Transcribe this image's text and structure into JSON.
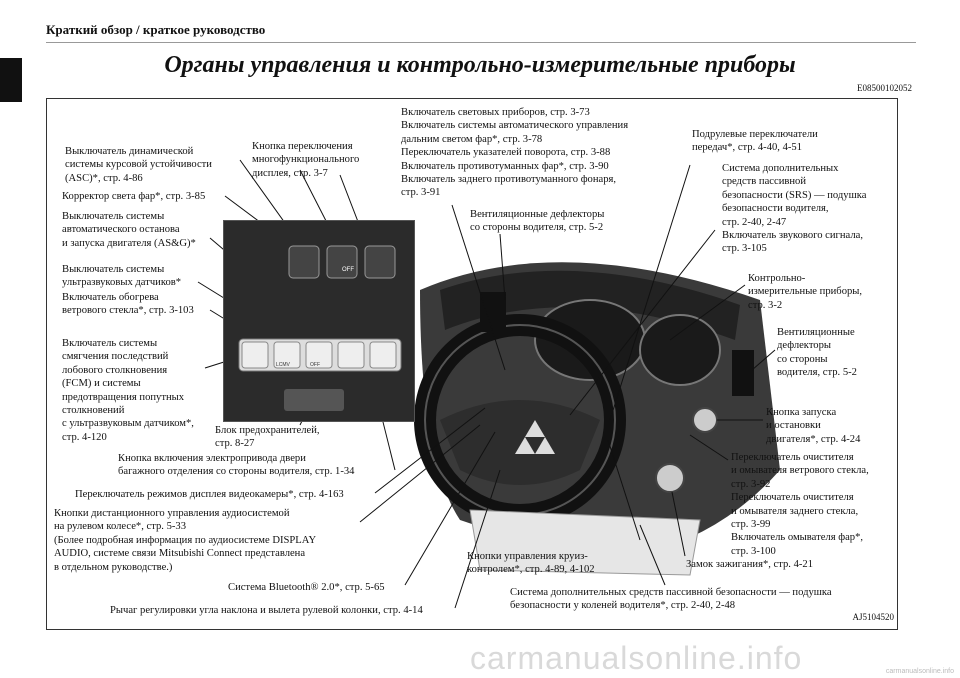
{
  "header": {
    "section": "Краткий обзор / краткое руководство",
    "title": "Органы управления и контрольно-измерительные приборы",
    "code": "E08500102052"
  },
  "figure_code": "AJ5104520",
  "labels": {
    "asc": "Выключатель динамической\nсистемы курсовой устойчивости\n(ASC)*, стр. 4-86",
    "multi_display": "Кнопка переключения\nмногофункционального\nдисплея, стр. 3-7",
    "headlight_level": "Корректор света фар*, стр. 3-85",
    "asg": "Выключатель системы\nавтоматического останова\nи запуска двигателя (AS&G)*",
    "sonar": "Выключатель системы\nультразвуковых датчиков*",
    "defogger": "Включатель обогрева\nветрового стекла*, стр. 3-103",
    "fcm": "Включатель системы\nсмягчения последствий\nлобового столкновения\n(FCM) и системы\nпредотвращения попутных\nстолкновений\nс ультразвуковым датчиком*,\nстр. 4-120",
    "fuse_box": "Блок предохранителей,\nстр. 8-27",
    "tailgate": "Кнопка включения электропривода двери\nбагажного отделения со стороны водителя, стр. 1-34",
    "camera_mode": "Переключатель режимов дисплея видеокамеры*, стр. 4-163",
    "audio_remote": "Кнопки дистанционного управления аудиосистемой\nна рулевом колесе*, стр. 5-33\n(Более подробная информация по аудиосистеме DISPLAY\nAUDIO, системе связи Mitsubishi Connect представлена\nв  отдельном руководстве.)",
    "bluetooth": "Система Bluetooth® 2.0*, стр. 5-65",
    "tilt_lever": "Рычаг регулировки угла наклона и вылета рулевой колонки, стр. 4-14",
    "lights": "Включатель световых приборов, стр. 3-73\nВключатель системы автоматического управления\nдальним светом фар*, стр. 3-78\nПереключатель указателей поворота, стр. 3-88\nВключатель противотуманных фар*, стр. 3-90\nВключатель заднего противотуманного фонаря,\nстр. 3-91",
    "vents_driver": "Вентиляционные дефлекторы\nсо стороны водителя, стр. 5-2",
    "paddle": "Подрулевые переключатели\nпередач*, стр. 4-40, 4-51",
    "srs_horn": "Система дополнительных\nсредств пассивной\nбезопасности (SRS) — подушка\nбезопасности водителя,\nстр. 2-40, 2-47\nВключатель звукового сигнала,\nстр. 3-105",
    "instruments": "Контрольно-\nизмерительные приборы,\nстр. 3-2",
    "vents_side": "Вентиляционные\nдефлекторы\nсо стороны\nводителя, стр. 5-2",
    "start_button": "Кнопка запуска\nи остановки\nдвигателя*, стр. 4-24",
    "wipers": "Переключатель очистителя\nи омывателя ветрового стекла,\nстр. 3-92\nПереключатель очистителя\nи омывателя заднего стекла,\nстр. 3-99\nВключатель омывателя фар*,\nстр. 3-100",
    "cruise": "Кнопки управления круиз-\nконтролем*, стр. 4-89, 4-102",
    "ignition": "Замок зажигания*, стр. 4-21",
    "knee_airbag": "Система дополнительных средств пассивной безопасности — подушка\nбезопасности у коленей водителя*, стр. 2-40, 2-48"
  },
  "inset_buttons": {
    "asc_icon": "OFF",
    "lcmv_icon": "LCMV",
    "srch_icon": "OFF"
  },
  "watermark": "carmanualsonline.info",
  "watermark_small": "carmanualsonline.info"
}
